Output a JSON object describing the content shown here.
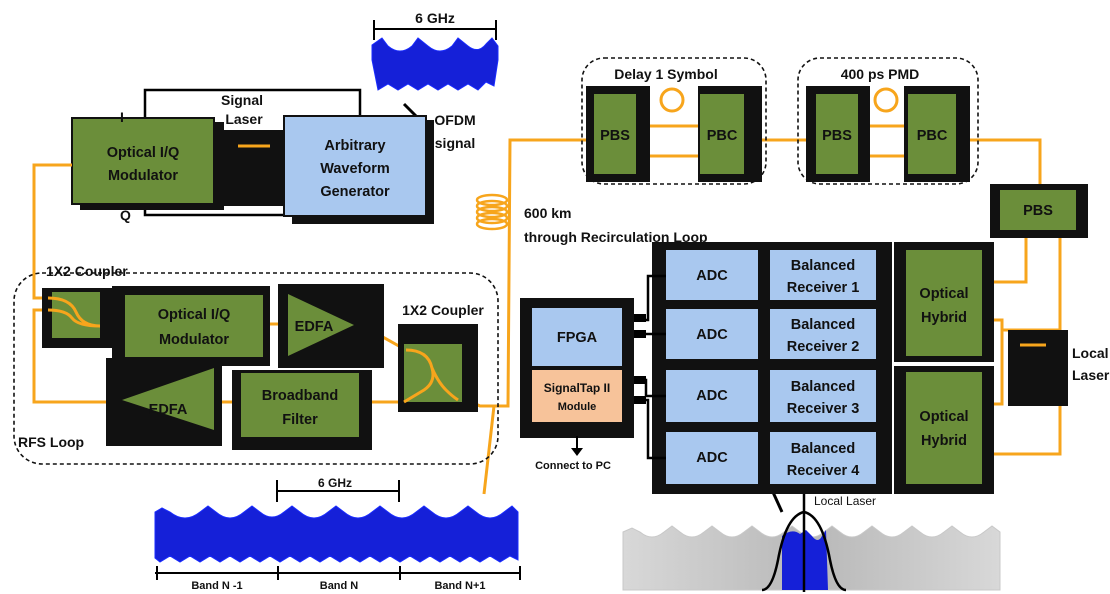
{
  "colors": {
    "fiber": "#f7a51c",
    "block_green": "#6b8e3a",
    "block_blue": "#a9c8ef",
    "block_orange": "#f7c39a",
    "shadow": "#111111",
    "spectrum_blue": "#1520d8",
    "spectrum_gray": "#bdbdbd"
  },
  "transmitter": {
    "iq_modulator": [
      "Optical I/Q",
      "Modulator"
    ],
    "signal_laser": [
      "Signal",
      "Laser"
    ],
    "awg": [
      "Arbitrary",
      "Waveform",
      "Generator"
    ],
    "ofdm_signal": [
      "OFDM",
      "signal"
    ],
    "i_label": "I",
    "q_label": "Q",
    "ofdm_bandwidth": "6 GHz"
  },
  "rfs_loop": {
    "coupler_in": "1X2 Coupler",
    "iq_modulator": [
      "Optical I/Q",
      "Modulator"
    ],
    "edfa_top": "EDFA",
    "coupler_out": "1X2 Coupler",
    "edfa_bottom": "EDFA",
    "filter": [
      "Broadband",
      "Filter"
    ],
    "loop_label": "RFS Loop"
  },
  "link": {
    "distance": "600 km",
    "description": "through Recirculation  Loop",
    "delay_box": "Delay 1 Symbol",
    "pmd_box": "400 ps PMD",
    "pbs": "PBS",
    "pbc": "PBC"
  },
  "receiver": {
    "adc": "ADC",
    "balanced": [
      [
        "Balanced",
        "Receiver 1"
      ],
      [
        "Balanced",
        "Receiver 2"
      ],
      [
        "Balanced",
        "Receiver 3"
      ],
      [
        "Balanced",
        "Receiver 4"
      ]
    ],
    "hybrid": [
      "Optical",
      "Hybrid"
    ],
    "pbs": "PBS",
    "local_laser": [
      "Local",
      "Laser"
    ],
    "fpga": "FPGA",
    "signaltap": [
      "SignalTap II",
      "Module"
    ],
    "connect": "Connect to PC"
  },
  "spectrum": {
    "bandwidth": "6 GHz",
    "bands": [
      "Band N   -1",
      "Band N",
      "Band N+1"
    ],
    "local_laser": "Local Laser"
  }
}
